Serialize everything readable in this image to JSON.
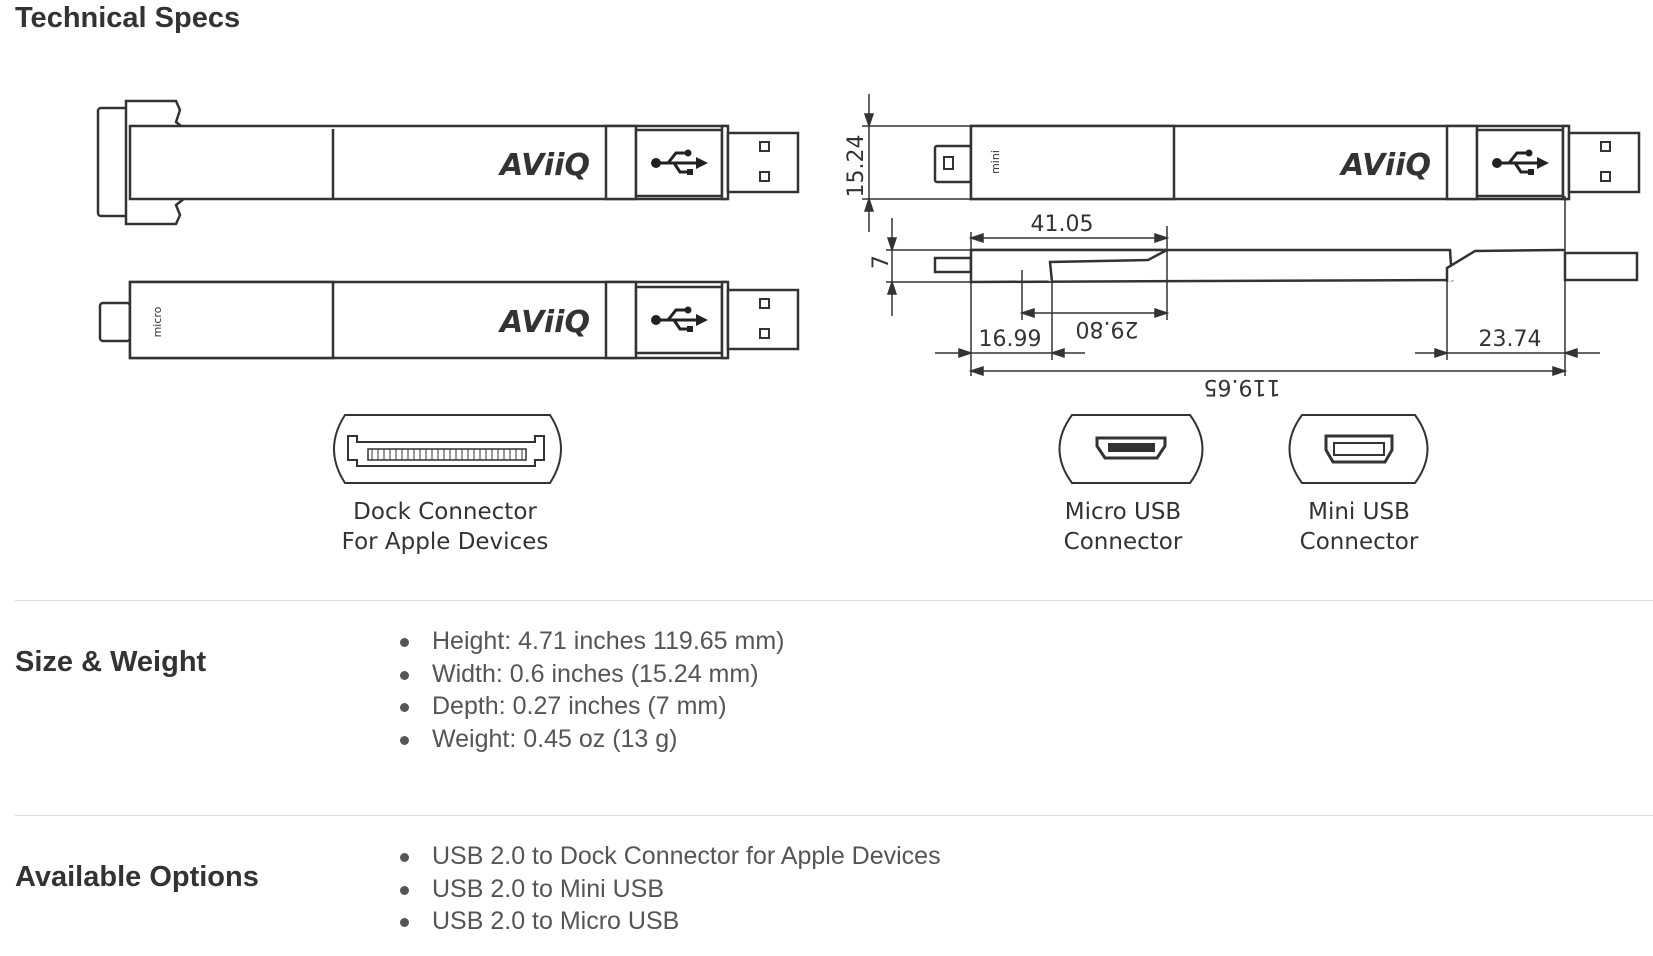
{
  "page": {
    "title": "Technical Specs"
  },
  "drawing": {
    "brand": "AViiQ",
    "tip_labels": {
      "micro": "micro",
      "mini": "mini"
    },
    "dimensions": {
      "height": "15.24",
      "depth": "7",
      "d1": "41.05",
      "d2": "29.80",
      "d3": "16.99",
      "d4": "23.74",
      "length": "119.65"
    },
    "connectors": {
      "dock": {
        "line1": "Dock Connector",
        "line2": "For Apple Devices"
      },
      "micro": {
        "line1": "Micro USB",
        "line2": "Connector"
      },
      "mini": {
        "line1": "Mini USB",
        "line2": "Connector"
      }
    }
  },
  "size_weight": {
    "heading": "Size & Weight",
    "items": [
      "Height: 4.71 inches 119.65 mm)",
      "Width: 0.6 inches (15.24 mm)",
      "Depth: 0.27 inches (7 mm)",
      "Weight: 0.45 oz (13 g)"
    ]
  },
  "options": {
    "heading": "Available Options",
    "items": [
      "USB 2.0 to Dock Connector for Apple Devices",
      "USB 2.0 to Mini USB",
      "USB 2.0 to Micro USB"
    ]
  }
}
